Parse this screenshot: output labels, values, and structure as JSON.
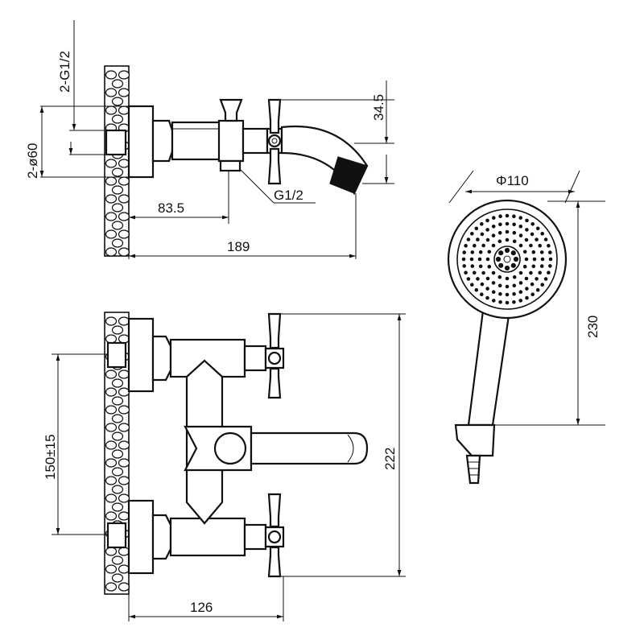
{
  "dimensions": {
    "thread_count_top": "2-G1/2",
    "bore_diameter": "2-ø60",
    "spout_offset": "34.5",
    "inlet_thread": "G1/2",
    "wall_to_valve": "83.5",
    "total_depth": "189",
    "head_diameter": "Φ110",
    "handshower_length": "230",
    "centers": "150±15",
    "total_height": "222",
    "body_depth": "126"
  },
  "colors": {
    "line": "#111111",
    "background": "#ffffff"
  }
}
